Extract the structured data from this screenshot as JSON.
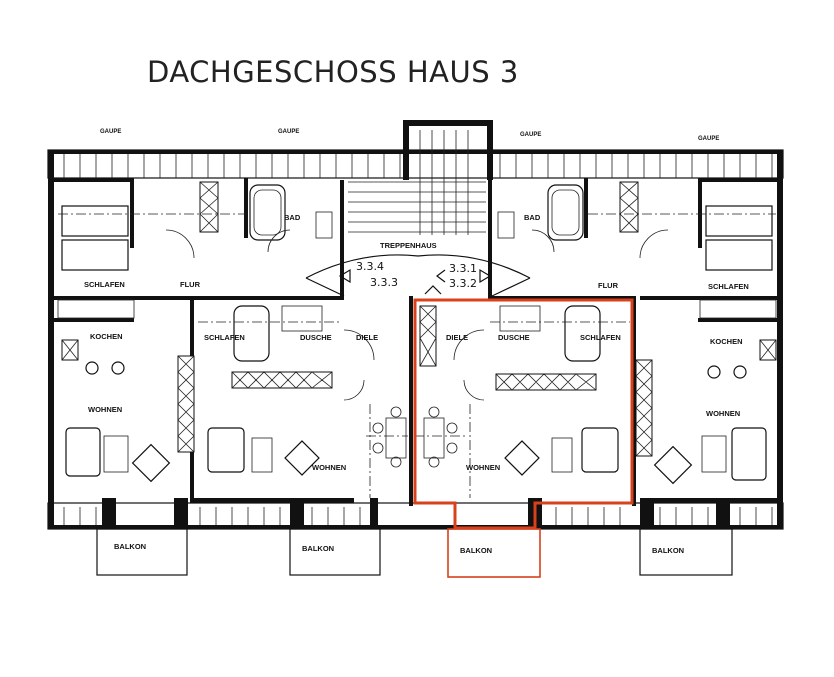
{
  "title": "DACHGESCHOSS HAUS 3",
  "labels": {
    "gaupe": "GAUPE",
    "bad": "BAD",
    "treppenhaus": "TREPPENHAUS",
    "schlafen": "SCHLAFEN",
    "flur": "FLUR",
    "kochen": "KOCHEN",
    "wohnen": "WOHNEN",
    "dusche": "DUSCHE",
    "diele": "DIELE",
    "balkon": "BALKON"
  },
  "apartments": {
    "a334": "3.3.4",
    "a333": "3.3.3",
    "a331": "3.3.1",
    "a332": "3.3.2"
  },
  "highlight_color": "#d9401c",
  "highlighted_unit": "3.3.2"
}
